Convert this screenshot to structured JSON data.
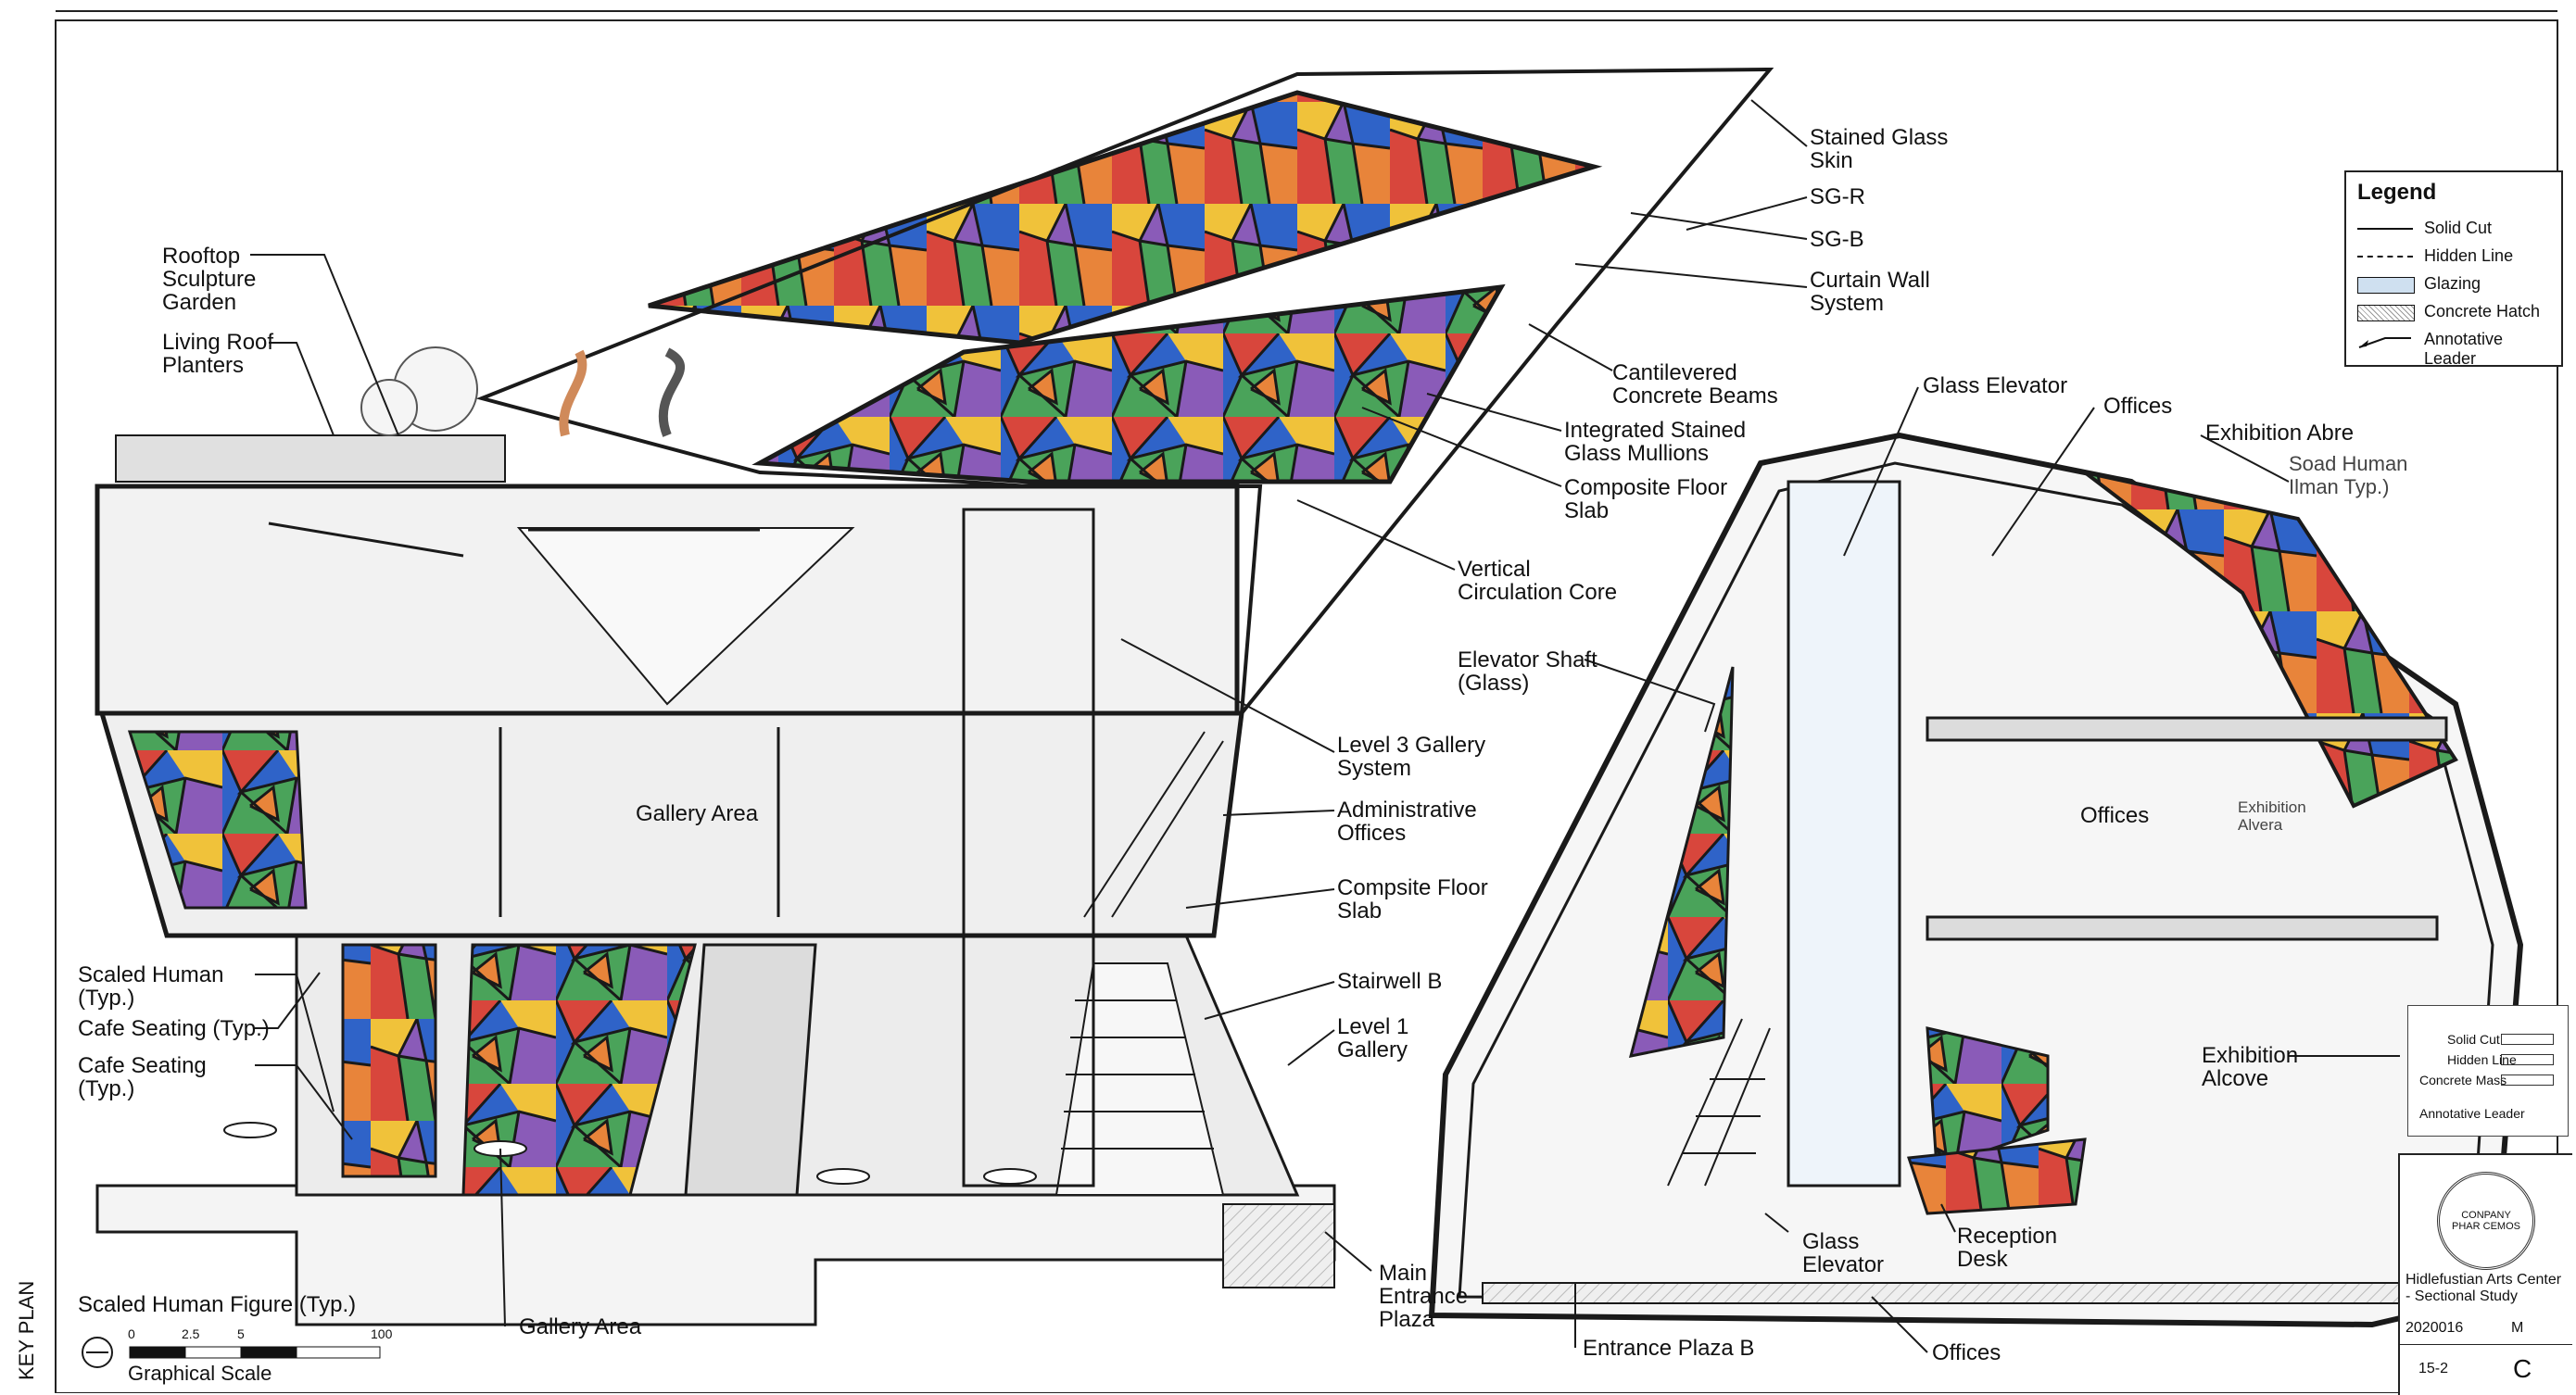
{
  "labels": {
    "stained_glass_skin": "Stained Glass\nSkin",
    "sg_r": "SG-R",
    "sg_b": "SG-B",
    "curtain_wall": "Curtain Wall\nSystem",
    "cantilevered_beams": "Cantilevered\nConcrete Beams",
    "integrated_mullions": "Integrated Stained\nGlass Mullions",
    "composite_floor_slab_top": "Composite Floor\nSlab",
    "vertical_core": "Vertical\nCirculation Core",
    "elevator_shaft": "Elevator Shaft\n(Glass)",
    "level3_gallery": "Level 3 Gallery\nSystem",
    "admin_offices": "Administrative\nOffices",
    "composite_floor_slab_mid": "Compsite Floor\nSlab",
    "stairwell_b": "Stairwell B",
    "level1_gallery": "Level 1\nGallery",
    "main_entrance": "Main\nEntrance\nPlaza",
    "rooftop_garden": "Rooftop\nSculpture\nGarden",
    "living_roof": "Living Roof\nPlanters",
    "gallery_area_inner": "Gallery Area",
    "scaled_human": "Scaled Human\n(Typ.)",
    "cafe_seating_1": "Cafe Seating (Typ.)",
    "cafe_seating_2": "Cafe Seating\n(Typ.)",
    "scaled_human_figure": "Scaled Human Figure (Typ.)",
    "graphical_scale": "Graphical Scale",
    "gallery_area_bottom": "Gallery Area",
    "key_plan": "KEY PLAN",
    "glass_elevator_top": "Glass Elevator",
    "offices_top": "Offices",
    "exhibition_top": "Exhibition Abre",
    "scaled_human_right": "Soad Human\nIlman Typ.)",
    "offices_mid": "Offices",
    "exhibition_mid": "Exhibition\nAlvera",
    "exhibition_alcove": "Exhibition\nAlcove",
    "glass_elevator_bottom": "Glass\nElevator",
    "reception_desk": "Reception\nDesk",
    "entrance_plaza_b": "Entrance Plaza B",
    "offices_bottom": "Offices"
  },
  "scale_bar": {
    "ticks": [
      "0",
      "2.5",
      "5",
      "100"
    ]
  },
  "legend": {
    "title": "Legend",
    "items": [
      "Solid Cut",
      "Hidden Line",
      "Glazing",
      "Concrete Hatch",
      "Annotative Leader"
    ]
  },
  "mini_legend": {
    "items": [
      "Solid Cut",
      "Hidden Line",
      "Concrete Mass",
      "Annotative Leader"
    ]
  },
  "title_block": {
    "seal_text": "CONPANY\nPHAR CEMOS",
    "project_label": "Hidlefustian Arts Center\n- Sectional Study",
    "date": "2020016",
    "drawn": "M",
    "sheet_no": "15-2",
    "revision": "C"
  },
  "colors": {
    "line": "#1a1a1a",
    "concrete": "#e4e4e4",
    "glass_red": "#d8463c",
    "glass_blue": "#2f63c8",
    "glass_yellow": "#f0c23a",
    "glass_green": "#4aa35a",
    "glass_purple": "#8a5bb8",
    "glass_orange": "#e8843a",
    "glazing_swatch": "#cfe0f0"
  }
}
